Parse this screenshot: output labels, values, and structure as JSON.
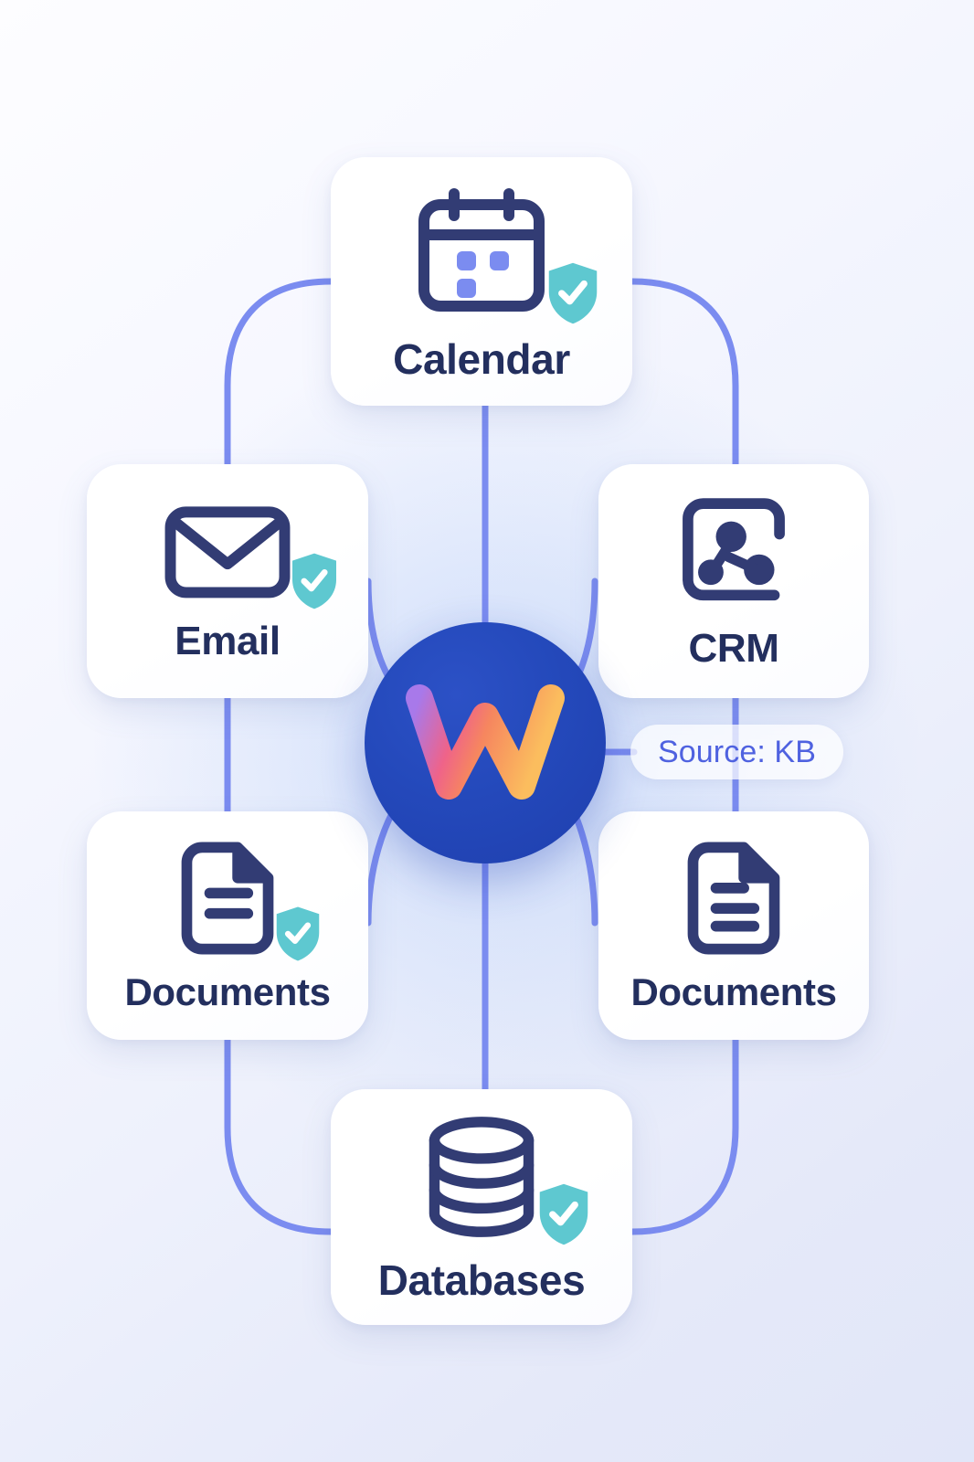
{
  "theme": {
    "bg_light": "#fdfdff",
    "bg_deep": "#e1e6f8",
    "card_bg": "#ffffff",
    "label_color": "#232f5e",
    "icon_stroke": "#323c74",
    "connector_color": "#7b8cf0",
    "hub_circle": "#2449bb",
    "shield_teal": "#5ec8d0",
    "pill_text": "#4f62e0",
    "logo_purple": "#a277e8",
    "logo_pink": "#ef5f8a",
    "logo_orange": "#f9b257"
  },
  "hub": {
    "logo_letter": "W",
    "icon": "w-logo-icon"
  },
  "source_badge": {
    "label": "Source: KB"
  },
  "nodes": [
    {
      "id": "calendar",
      "label": "Calendar",
      "icon": "calendar-icon",
      "verified": true,
      "shield_icon": "shield-check-icon"
    },
    {
      "id": "email",
      "label": "Email",
      "icon": "envelope-icon",
      "verified": true,
      "shield_icon": "shield-check-icon"
    },
    {
      "id": "crm",
      "label": "CRM",
      "icon": "crm-network-icon",
      "verified": false,
      "shield_icon": ""
    },
    {
      "id": "documents-left",
      "label": "Documents",
      "icon": "document-icon",
      "verified": true,
      "shield_icon": "shield-check-icon"
    },
    {
      "id": "documents-right",
      "label": "Documents",
      "icon": "document-icon",
      "verified": false,
      "shield_icon": ""
    },
    {
      "id": "databases",
      "label": "Databases",
      "icon": "database-icon",
      "verified": true,
      "shield_icon": "shield-check-icon"
    }
  ]
}
